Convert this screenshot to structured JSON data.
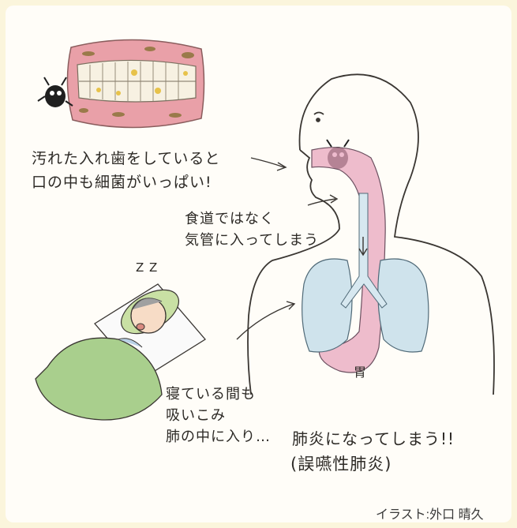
{
  "colors": {
    "background": "#fbf5dc",
    "panel": "#fffdf8",
    "airway_pink": "#e8a6bd",
    "lung_blue": "#cfe3ec",
    "blanket_green": "#a9cf8d",
    "gum_pink": "#e9a0a8"
  },
  "labels": {
    "dentures_line1": "汚れた入れ歯をしていると",
    "dentures_line2": "口の中も細菌がいっぱい!",
    "trachea_line1": "食道ではなく",
    "trachea_line2": "気管に入ってしまう",
    "sleep_line1": "寝ている間も",
    "sleep_line2": "吸いこみ",
    "sleep_line3": "肺の中に入り…",
    "result_line1": "肺炎になってしまう!!",
    "result_line2": "(誤嚥性肺炎)",
    "stomach": "胃",
    "snore": "Z Z",
    "credit": "イラスト:外口 晴久"
  },
  "icons": [
    "bacteria-icon",
    "dentures-illustration",
    "body-outline",
    "sleeping-person"
  ]
}
